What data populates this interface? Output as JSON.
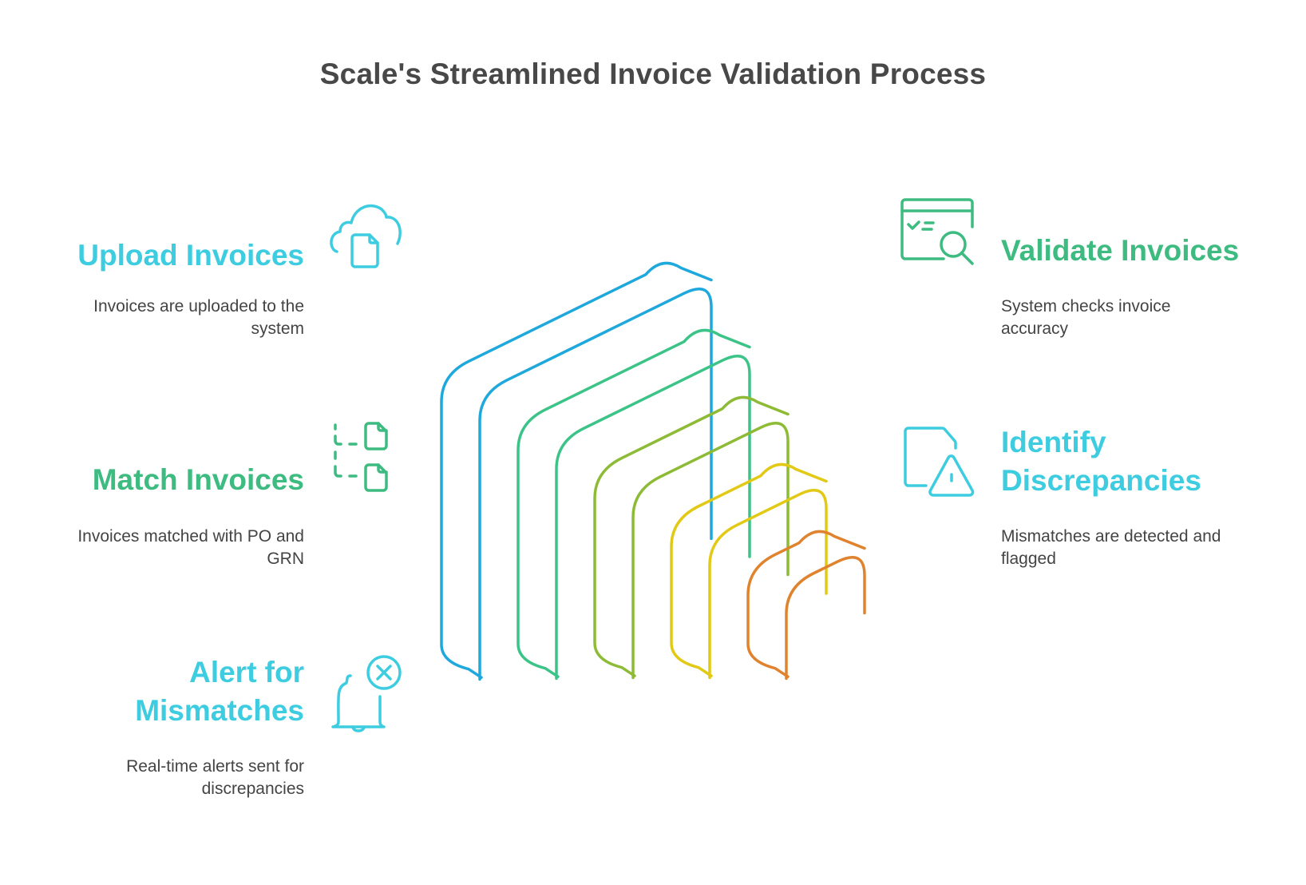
{
  "title": "Scale's Streamlined Invoice Validation Process",
  "colors": {
    "cyan": "#3ECDE0",
    "green": "#3DBB80",
    "title": "#484848",
    "desc": "#444444",
    "block_colors": [
      "#1EA8DC",
      "#3CC488",
      "#8DBB35",
      "#E2C915",
      "#E0832E"
    ]
  },
  "steps": [
    {
      "id": "upload",
      "heading": [
        "Upload Invoices"
      ],
      "description": [
        "Invoices are uploaded to the",
        "system"
      ],
      "icon": "cloud-document-icon",
      "color": "cyan",
      "side": "left"
    },
    {
      "id": "validate",
      "heading": [
        "Validate Invoices"
      ],
      "description": [
        "System checks invoice",
        "accuracy"
      ],
      "icon": "checklist-search-icon",
      "color": "green",
      "side": "right"
    },
    {
      "id": "match",
      "heading": [
        "Match Invoices"
      ],
      "description": [
        "Invoices matched with PO and",
        "GRN"
      ],
      "icon": "linked-documents-icon",
      "color": "green",
      "side": "left"
    },
    {
      "id": "identify",
      "heading": [
        "Identify",
        "Discrepancies"
      ],
      "description": [
        "Mismatches are detected and",
        "flagged"
      ],
      "icon": "document-warning-icon",
      "color": "cyan",
      "side": "right"
    },
    {
      "id": "alert",
      "heading": [
        "Alert for",
        "Mismatches"
      ],
      "description": [
        "Real-time alerts sent for",
        "discrepancies"
      ],
      "icon": "bell-x-icon",
      "color": "cyan",
      "side": "left"
    }
  ]
}
